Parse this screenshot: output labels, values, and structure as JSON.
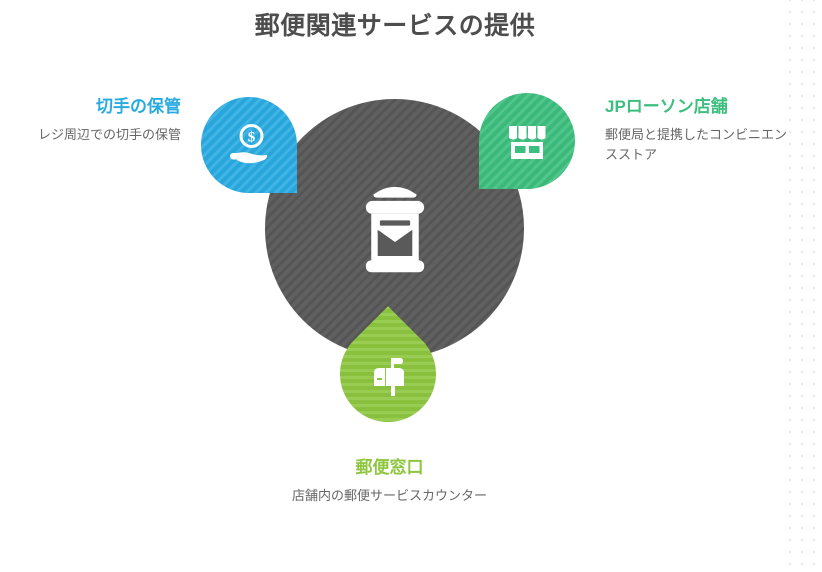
{
  "page": {
    "title": "郵便関連サービスの提供",
    "background": "#ffffff"
  },
  "colors": {
    "hub": "#5a5a5a",
    "stamp": "#29abe2",
    "store": "#3cbf7e",
    "counter": "#8dc63f",
    "title_text": "#4d4d4d",
    "body_text": "#666666",
    "dots": "#e9e7e7"
  },
  "hub": {
    "icon": "japanese-postbox-icon",
    "icon_color": "#ffffff"
  },
  "nodes": [
    {
      "id": "stamp",
      "heading": "切手の保管",
      "description": "レジ周辺での切手の保管",
      "icon": "hand-holding-coin-icon",
      "color": "#29abe2",
      "position": "left"
    },
    {
      "id": "store",
      "heading": "JPローソン店舗",
      "description": "郵便局と提携したコンビニエンスストア",
      "icon": "storefront-icon",
      "color": "#3cbf7e",
      "position": "right"
    },
    {
      "id": "counter",
      "heading": "郵便窓口",
      "description": "店舗内の郵便サービスカウンター",
      "icon": "mailbox-icon",
      "color": "#8dc63f",
      "position": "bottom"
    }
  ]
}
